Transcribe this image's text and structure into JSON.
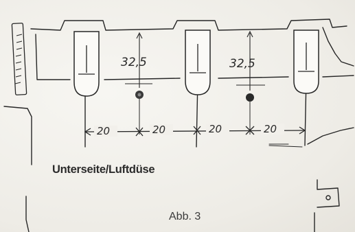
{
  "drawing": {
    "spacing_labels": [
      "20",
      "20",
      "20",
      "20"
    ],
    "height_labels": [
      "32,5",
      "32,5"
    ]
  },
  "caption": {
    "subtitle": "Unterseite/Luftdüse",
    "figure": "Abb. 3"
  }
}
